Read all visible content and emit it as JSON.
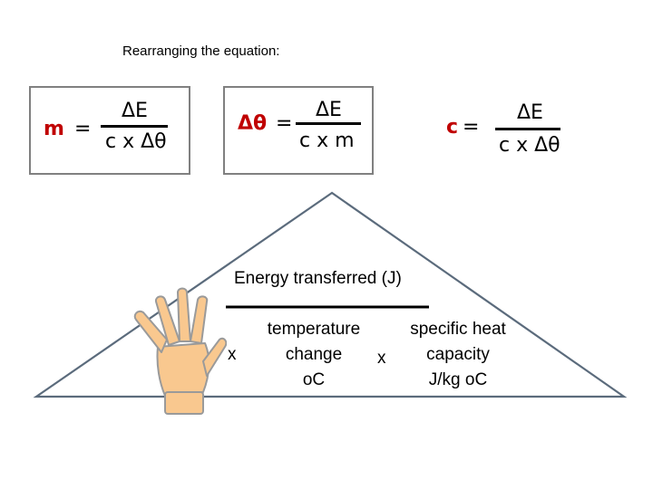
{
  "heading": "Rearranging the equation:",
  "equations": {
    "mass": {
      "lhs": "m",
      "op": "=",
      "numerator": "ΔE",
      "denominator": "c x Δθ"
    },
    "temp": {
      "lhs": "Δθ",
      "op": "=",
      "numerator": "ΔE",
      "denominator": "c x m"
    },
    "shc": {
      "lhs": "c",
      "op": "=",
      "numerator": "ΔE",
      "denominator": "c x Δθ"
    }
  },
  "triangle": {
    "top": "Energy transferred (J)",
    "left_x": "x",
    "temperature": {
      "line1": "temperature",
      "line2": "change",
      "unit": "oC"
    },
    "middle_x": "x",
    "capacity": {
      "line1": "specific heat",
      "line2": "capacity",
      "unit": "J/kg oC"
    }
  },
  "colors": {
    "accent_red": "#c00000",
    "box_border": "#808080",
    "hand_fill": "#f9c88f",
    "hand_stroke": "#a0a0a0"
  },
  "icons": {
    "hand": "hand-icon"
  }
}
